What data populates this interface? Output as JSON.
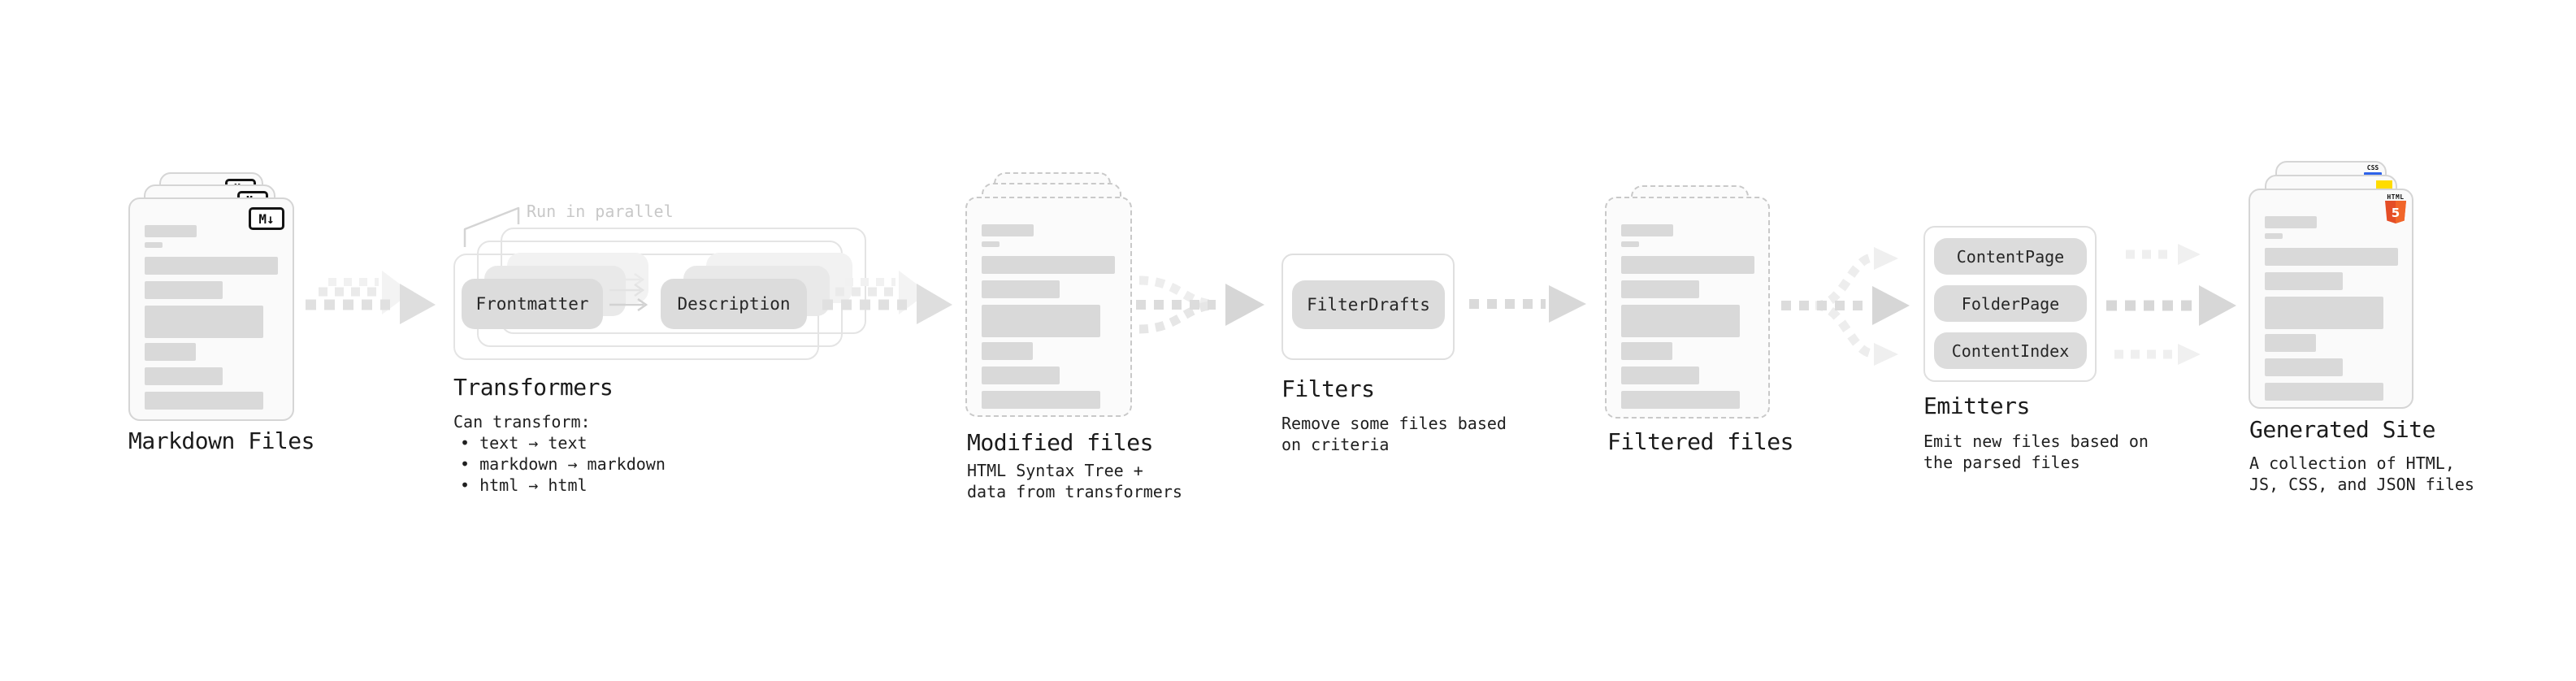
{
  "pipeline": {
    "markdown_files": {
      "label": "Markdown Files",
      "badge": "M↓"
    },
    "transformers": {
      "note": "Run in parallel",
      "box_left": "Frontmatter",
      "box_right": "Description",
      "label": "Transformers",
      "desc_title": "Can transform:",
      "bullets": [
        "• text → text",
        "• markdown → markdown",
        "• html → html"
      ]
    },
    "modified_files": {
      "label": "Modified files",
      "desc_lines": [
        "HTML Syntax Tree +",
        "data from transformers"
      ]
    },
    "filters": {
      "box": "FilterDrafts",
      "label": "Filters",
      "desc_lines": [
        "Remove some files based",
        "on criteria"
      ]
    },
    "filtered_files": {
      "label": "Filtered files"
    },
    "emitters": {
      "boxes": [
        "ContentPage",
        "FolderPage",
        "ContentIndex"
      ],
      "label": "Emitters",
      "desc_lines": [
        "Emit new files based on",
        "the parsed files"
      ]
    },
    "generated_site": {
      "label": "Generated Site",
      "desc_lines": [
        "A collection of HTML,",
        "JS, CSS, and JSON files"
      ],
      "badges": {
        "css": "CSS",
        "html_word": "HTML",
        "html_num": "5"
      }
    }
  },
  "colors": {
    "text": "#1b1b1b",
    "muted_note": "#c8c8c8",
    "skeleton_bar": "#d9d9d9",
    "pill_fill": "#dcdcdc",
    "arrow_gray": "#d7d7d7",
    "html5_orange": "#e44d26",
    "html5_orange_light": "#f16529",
    "js_yellow": "#ffdc00",
    "css_blue": "#2d62e9"
  }
}
